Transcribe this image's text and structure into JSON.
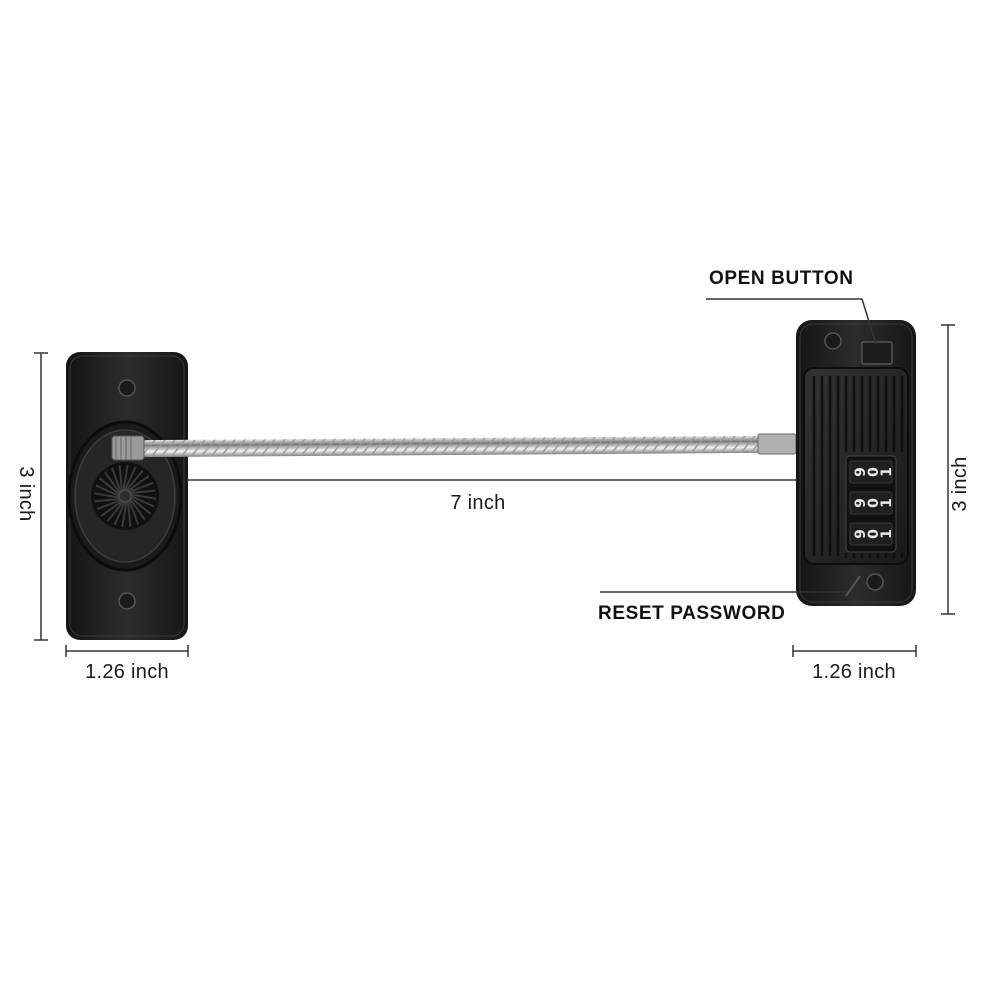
{
  "labels": {
    "open_button": "OPEN BUTTON",
    "reset_password": "RESET PASSWORD",
    "cable_length": "7 inch",
    "left_height": "3 inch",
    "right_height": "3 inch",
    "left_width": "1.26 inch",
    "right_width": "1.26 inch"
  },
  "combination_dials": [
    [
      "9",
      "0",
      "1"
    ],
    [
      "9",
      "0",
      "1"
    ],
    [
      "9",
      "0",
      "1"
    ]
  ],
  "colors": {
    "lock_body": "#1d1d1d",
    "lock_face": "#2a2a2a",
    "cable": "#c8c8c8",
    "dimension_line": "#333333"
  },
  "icons": [
    "screw-hole-icon",
    "rotary-knob-icon",
    "combination-dial-icon"
  ]
}
